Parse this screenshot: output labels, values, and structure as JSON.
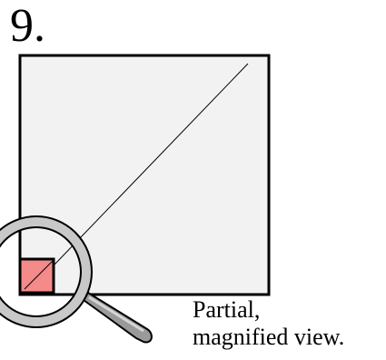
{
  "figure": {
    "number_label": "9."
  },
  "caption": {
    "line1": "Partial,",
    "line2": "magnified view."
  },
  "colors": {
    "square_fill": "#f2f2f2",
    "square_stroke": "#000000",
    "magnified_fill": "#f48a8a",
    "lens_ring": "#c8c8c8",
    "handle": "#9a9a9a"
  },
  "icons": {
    "magnifier": "magnifying-glass-icon"
  }
}
